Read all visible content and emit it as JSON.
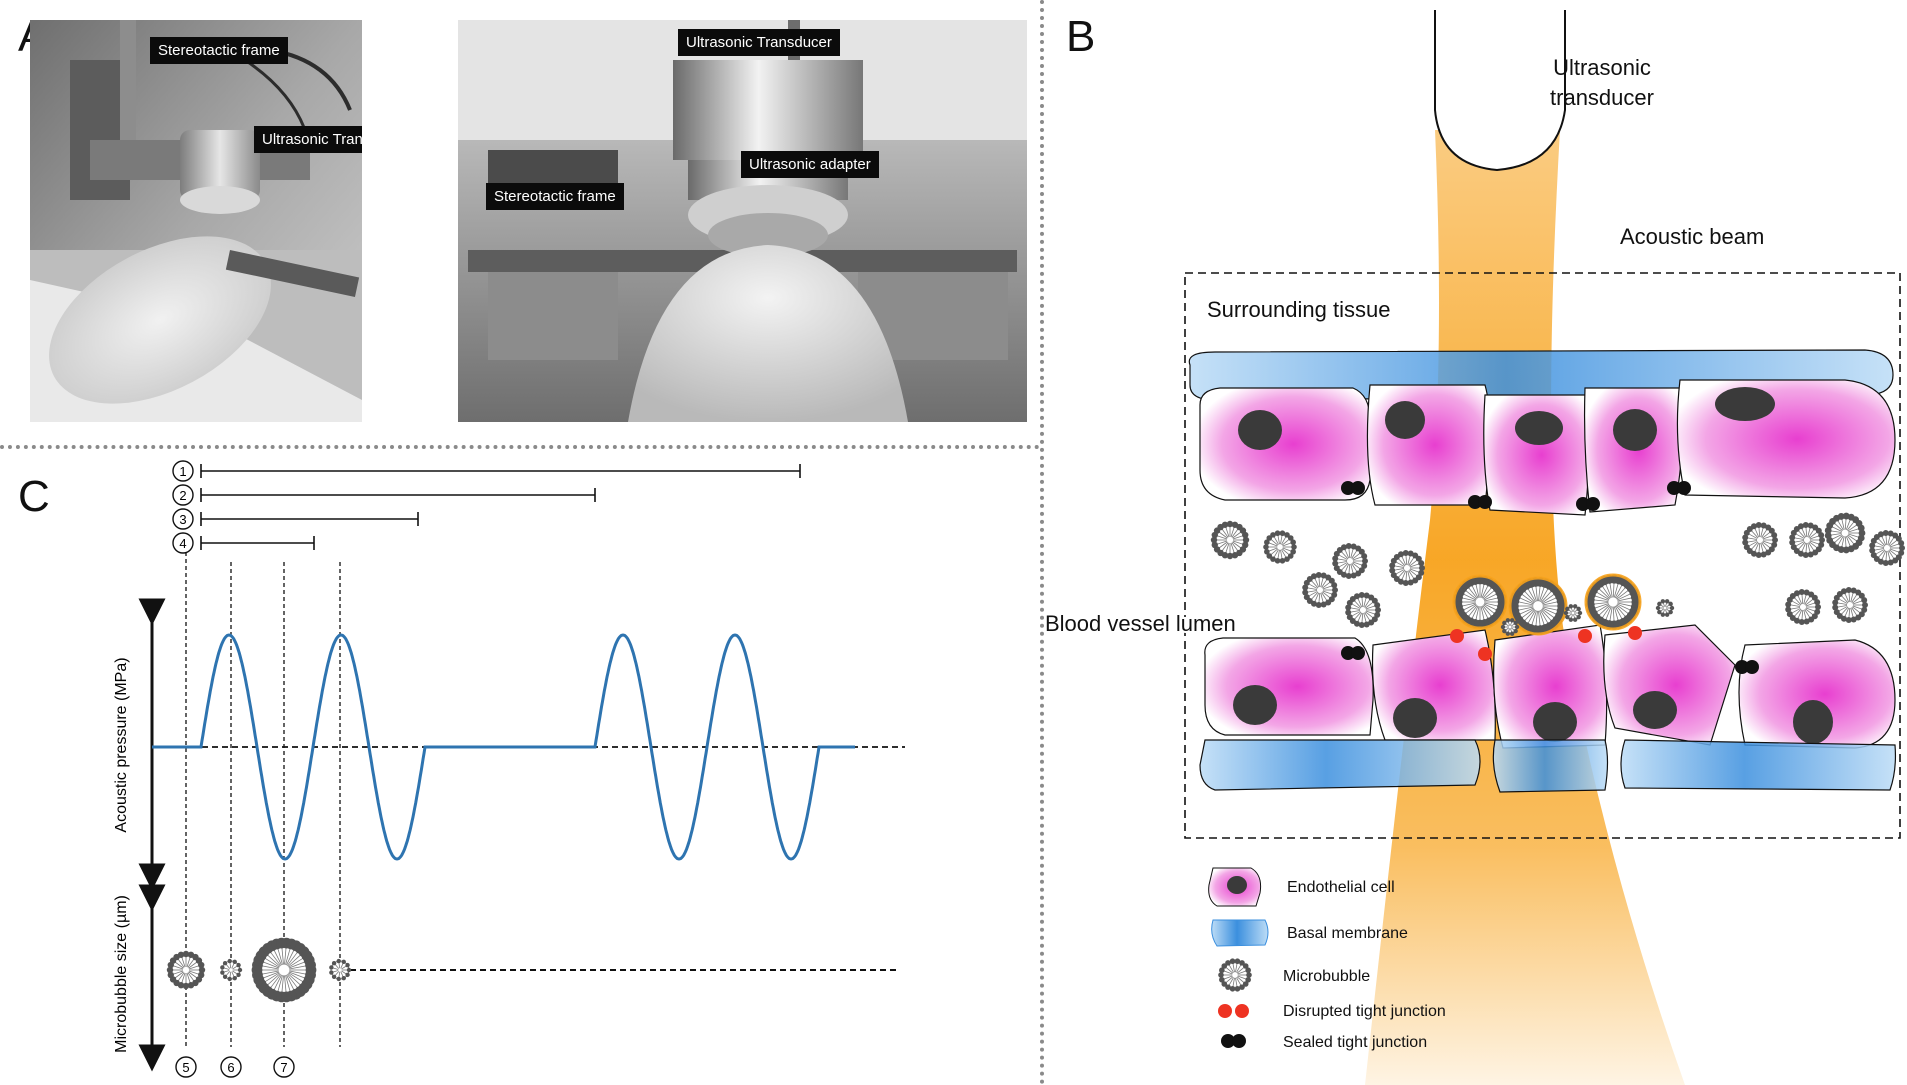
{
  "panel_a": {
    "letter": "A",
    "photo_left_tags": {
      "frame": "Stereotactic frame",
      "transducer": "Ultrasonic Transducer"
    },
    "photo_right_tags": {
      "transducer": "Ultrasonic Transducer",
      "adapter": "Ultrasonic adapter",
      "frame": "Stereotactic frame"
    }
  },
  "panel_b": {
    "letter": "B",
    "transducer_label_1": "Ultrasonic",
    "transducer_label_2": "transducer",
    "beam_label": "Acoustic beam",
    "tissue_label": "Surrounding tissue",
    "lumen_label": "Blood vessel lumen",
    "legend": [
      {
        "icon": "endothelial-cell-icon",
        "label": "Endothelial cell"
      },
      {
        "icon": "basal-membrane-icon",
        "label": "Basal membrane"
      },
      {
        "icon": "microbubble-icon",
        "label": "Microbubble"
      },
      {
        "icon": "disrupted-tight-junction-icon",
        "label": "Disrupted tight junction"
      },
      {
        "icon": "sealed-tight-junction-icon",
        "label": "Sealed tight junction"
      }
    ]
  },
  "panel_c": {
    "letter": "C",
    "top_markers": [
      "1",
      "2",
      "3",
      "4"
    ],
    "bottom_markers": [
      "5",
      "6",
      "7"
    ],
    "ylabel_pressure": "Acoustic pressure (MPa)",
    "ylabel_bubble": "Microbubble size (µm)"
  },
  "colors": {
    "waveform": "#2e74b0",
    "endothelial_pink": "#e83fd0",
    "basal_blue": "#3b8fde",
    "beam_orange": "#f7a21b",
    "disrupted_red": "#ee3322",
    "sealed_black": "#111111"
  }
}
